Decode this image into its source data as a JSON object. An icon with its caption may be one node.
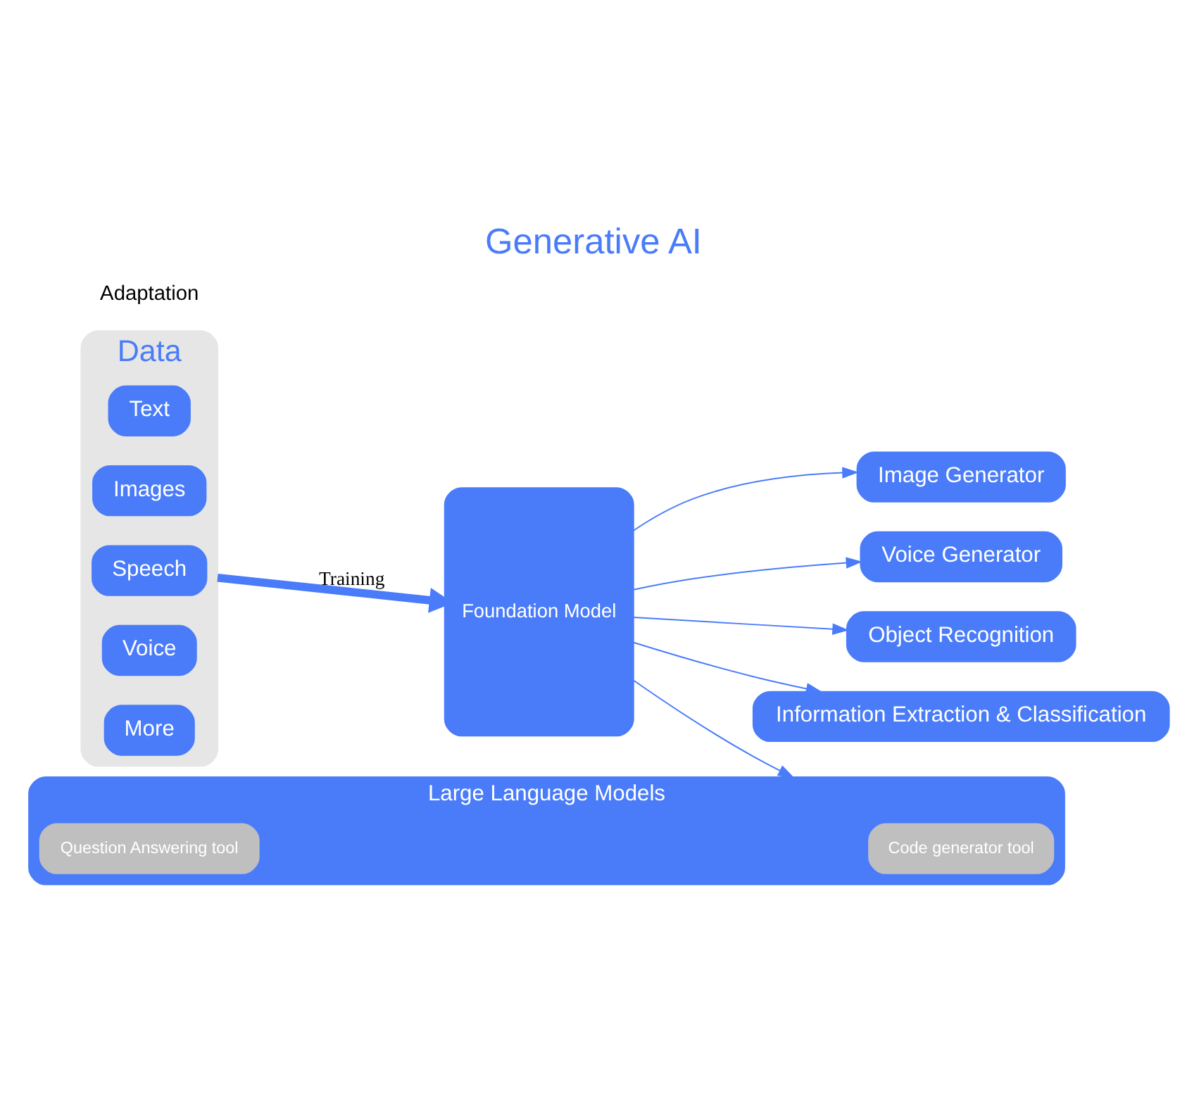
{
  "diagram": {
    "title": "Generative AI",
    "nodes": [
      {
        "text": [
          "Data"
        ]
      },
      {
        "text": [
          "Text"
        ],
        "in": 0
      },
      {
        "text": [
          "Images"
        ],
        "in": 0
      },
      {
        "text": [
          "Speech"
        ],
        "in": 0
      },
      {
        "text": [
          "Voice"
        ],
        "in": 0
      },
      {
        "text": [
          "More"
        ],
        "in": 0
      },
      {
        "text": [
          "Foundation Model"
        ]
      },
      {
        "text": [
          "Large Language Models"
        ]
      },
      {
        "text": [
          "Question Answering tool"
        ],
        "in": 7
      },
      {
        "text": [
          "Code generator tool"
        ],
        "in": 7
      },
      {
        "text": [
          "Image Generator"
        ]
      },
      {
        "text": [
          "Voice Generator"
        ]
      },
      {
        "text": [
          "Object Recognition"
        ]
      },
      {
        "text": [
          "Information Extraction & Classification"
        ]
      }
    ],
    "edges": [
      {
        "from": 0,
        "to": 6,
        "arrow": "to",
        "label": "Training",
        "style": "thick"
      },
      {
        "from": 6,
        "to": 7,
        "arrow": "to"
      },
      {
        "from": 6,
        "to": 10,
        "arrow": "to"
      },
      {
        "from": 6,
        "to": 11,
        "arrow": "to"
      },
      {
        "from": 6,
        "to": 12,
        "arrow": "to"
      },
      {
        "from": 6,
        "to": 13,
        "arrow": "to"
      }
    ],
    "labels": [
      "Adaptation"
    ]
  }
}
